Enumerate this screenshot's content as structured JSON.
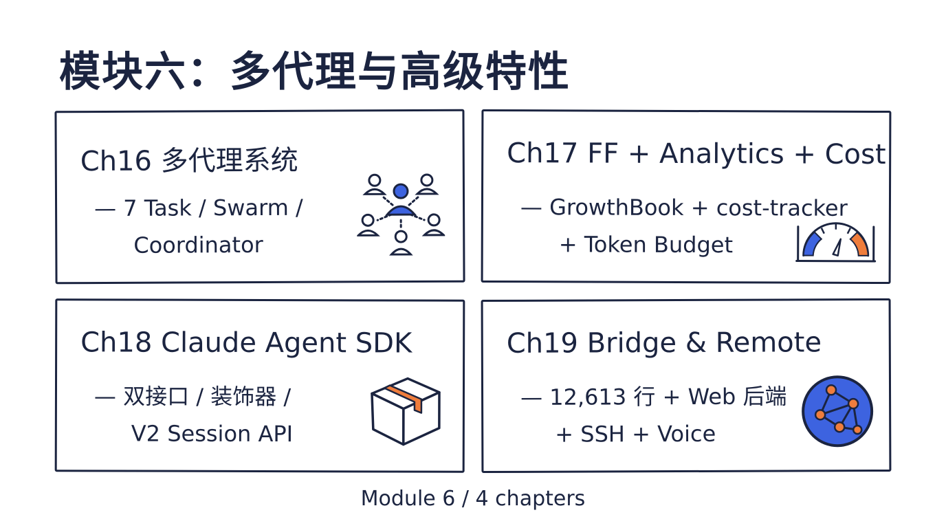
{
  "title": "模块六：多代理与高级特性",
  "cards": [
    {
      "title": "Ch16 多代理系统",
      "desc_line1": "— 7 Task / Swarm /",
      "desc_line2": "Coordinator",
      "icon": "people-network-icon"
    },
    {
      "title": "Ch17 FF + Analytics + Cost",
      "desc_line1": "— GrowthBook + cost-tracker",
      "desc_line2": "+ Token Budget",
      "icon": "gauge-icon"
    },
    {
      "title": "Ch18 Claude Agent SDK",
      "desc_line1": "— 双接口 / 装饰器 /",
      "desc_line2": "V2 Session API",
      "icon": "package-box-icon"
    },
    {
      "title": "Ch19 Bridge & Remote",
      "desc_line1": "— 12,613 行 + Web 后端",
      "desc_line2": "+ SSH + Voice",
      "icon": "globe-network-icon"
    }
  ],
  "footer": "Module 6 / 4 chapters",
  "colors": {
    "ink": "#1b2440",
    "accent_blue": "#3d63e0",
    "accent_orange": "#ef7d3c"
  }
}
